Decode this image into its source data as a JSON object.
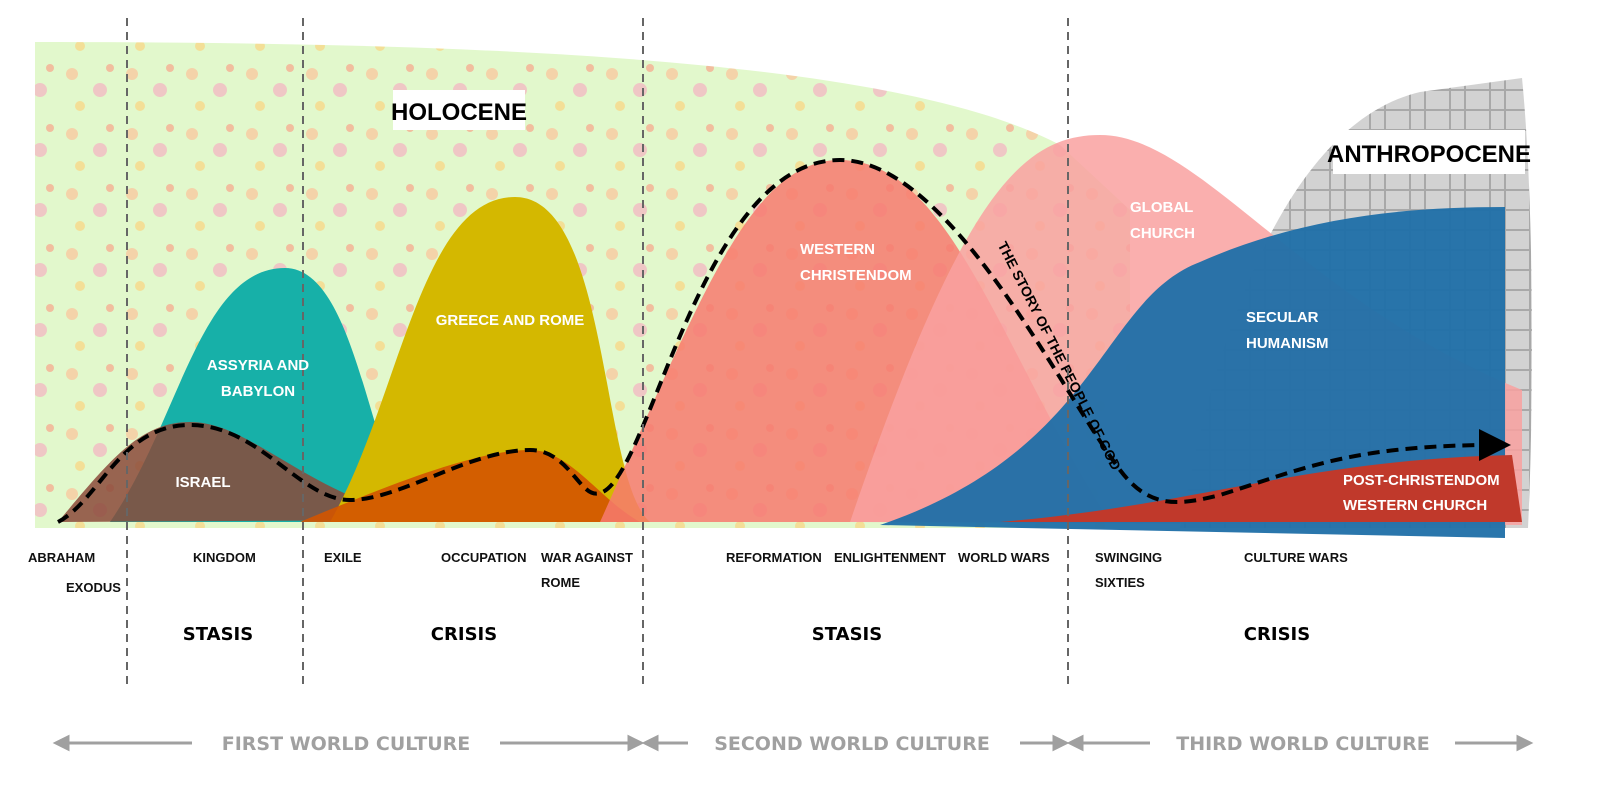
{
  "eras": {
    "holocene": "HOLOCENE",
    "anthropocene": "ANTHROPOCENE"
  },
  "cultures": {
    "israel": "ISRAEL",
    "assyria": [
      "ASSYRIA AND",
      "BABYLON"
    ],
    "greece": "GREECE AND ROME",
    "western": [
      "WESTERN",
      "CHRISTENDOM"
    ],
    "global": [
      "GLOBAL",
      "CHURCH"
    ],
    "secular": [
      "SECULAR",
      "HUMANISM"
    ],
    "post": [
      "POST-CHRISTENDOM",
      "WESTERN CHURCH"
    ]
  },
  "story_line": "THE STORY OF THE PEOPLE OF GOD",
  "events": {
    "abraham": "ABRAHAM",
    "exodus": "EXODUS",
    "kingdom": "KINGDOM",
    "exile": "EXILE",
    "occupation": "OCCUPATION",
    "war": [
      "WAR AGAINST",
      "ROME"
    ],
    "reformation": "REFORMATION",
    "enlightenment": "ENLIGHTENMENT",
    "world_wars": "WORLD WARS",
    "sixties": [
      "SWINGING",
      "SIXTIES"
    ],
    "culture_wars": "CULTURE WARS"
  },
  "phases": [
    "STASIS",
    "CRISIS",
    "STASIS",
    "CRISIS"
  ],
  "world_cultures": [
    "FIRST WORLD CULTURE",
    "SECOND WORLD CULTURE",
    "THIRD WORLD CULTURE"
  ],
  "colors": {
    "holocene": "#e2f8cc",
    "anthropocene": "#cfcfcf",
    "israel": "#8b4a3a",
    "assyria": "#17b0a8",
    "greece": "#d4b800",
    "occupation": "#d35400",
    "western": "#f77a6e",
    "global": "#f9a1a0",
    "secular": "#1f6fa8",
    "post": "#c0392b"
  }
}
